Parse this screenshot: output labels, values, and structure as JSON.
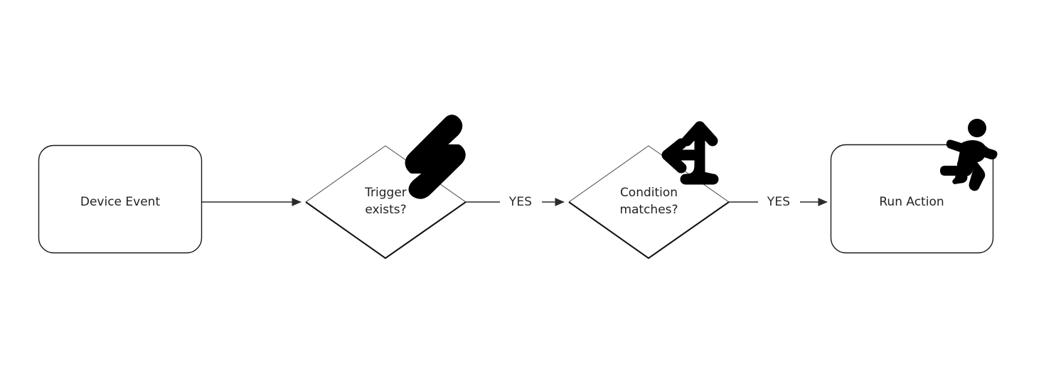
{
  "diagram": {
    "type": "flowchart",
    "orientation": "left-to-right",
    "background_color": "#ffffff",
    "stroke_color": "#1a1a1a",
    "text_color": "#232323",
    "icon_color": "#000000",
    "nodes": [
      {
        "id": "device-event",
        "shape": "rounded-rectangle",
        "label": "Device Event",
        "icon": null
      },
      {
        "id": "trigger-exists",
        "shape": "diamond",
        "label": "Trigger\nexists?",
        "icon": "lightning-bolt-icon"
      },
      {
        "id": "condition-matches",
        "shape": "diamond",
        "label": "Condition\nmatches?",
        "icon": "branch-arrow-icon"
      },
      {
        "id": "run-action",
        "shape": "rounded-rectangle",
        "label": "Run Action",
        "icon": "running-person-icon"
      }
    ],
    "edges": [
      {
        "id": "edge-1",
        "from": "device-event",
        "to": "trigger-exists",
        "label": ""
      },
      {
        "id": "edge-2",
        "from": "trigger-exists",
        "to": "condition-matches",
        "label": "YES"
      },
      {
        "id": "edge-3",
        "from": "condition-matches",
        "to": "run-action",
        "label": "YES"
      }
    ]
  }
}
